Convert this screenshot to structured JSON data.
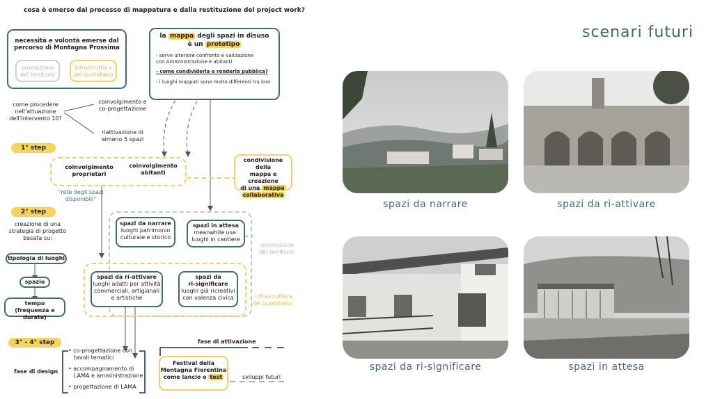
{
  "header_question": "cosa è emerso dal processo di mappatura  e dalla restituzione del project work?",
  "needs_box": {
    "title_line1": "necessità e volontà emerse dal",
    "title_line2": "percorso di Montagna Prossima",
    "tag_promotion_line1": "promozione",
    "tag_promotion_line2": "del territorio",
    "tag_infra_line1": "infrastruttura",
    "tag_infra_line2": "del quotidiano"
  },
  "map_box": {
    "line1_pre": "la ",
    "line1_hl": "mappa",
    "line1_post": " degli spazi in disuso",
    "line2_pre": "è un ",
    "line2_hl": "prototipo",
    "bullet1_line1": "- serve ulteriore confronto e validazione",
    "bullet1_line2": "con Amministrazione e abitanti",
    "bullet2": "- come condividerla e renderla pubblica?",
    "bullet3": "- i luoghi mappati sono molto differenti tra loro"
  },
  "how_proceed": {
    "line1": "come procedere",
    "line2": "nell’attuazione",
    "line3": "dell’Intervento 10?"
  },
  "branch_involvement": {
    "line1": "coinvolgimento e",
    "line2": "co-progettazione"
  },
  "branch_reactivation": {
    "line1": "riattivazione di",
    "line2": "almeno 5 spazi"
  },
  "step1": {
    "pill": "1° step",
    "owners_line1": "coinvolgimento",
    "owners_line2": "proprietari",
    "residents_line1": "coinvolgimento",
    "residents_line2": "abitanti",
    "network_line1": "“rete degli spazi",
    "network_line2": "disponibili”"
  },
  "share_box": {
    "line1": "condivisione della",
    "line2": "mappa e creazione",
    "line3": "di una ",
    "line3_hl": "mappa",
    "line4_hl": "collaborativa"
  },
  "step2": {
    "pill": "2° step",
    "desc_line1": "creazione di una",
    "desc_line2": "strategia di progetto",
    "desc_line3": "basata su:",
    "criterion1": "tipologia di luoghi",
    "criterion2": "spazio",
    "criterion3_line1": "tempo",
    "criterion3_line2": "(frequenza e durata)"
  },
  "categories": {
    "narrate": {
      "title": "spazi da narrare",
      "line1": "luoghi patrimonio",
      "line2": "culturale e storico"
    },
    "waiting": {
      "title": "spazi in attesa",
      "line1": "meanwhile use:",
      "line2": "luoghi in cantiere"
    },
    "reactivate": {
      "title": "spazi da ri-attivare",
      "line1": "luoghi adatti per attività",
      "line2": "commerciali, artigianali",
      "line3": "e artistiche"
    },
    "resignify": {
      "title_line1": "spazi da",
      "title_line2": "ri-significare",
      "line1": "luoghi già ricreativi",
      "line2": "con valenza civica"
    },
    "side_promotion_line1": "promozione",
    "side_promotion_line2": "del territorio",
    "side_infra_line1": "infrastruttura",
    "side_infra_line2": "del quotidiano"
  },
  "step34": {
    "pill": "3° - 4° step",
    "design_phase": "fase di design",
    "bullet1_line1": "co-progettazione con",
    "bullet1_line2": "tavoli tematici",
    "bullet2_line1": "accompagnamento di",
    "bullet2_line2": "LAMA e amministrazione",
    "bullet3": "progettazione di LAMA",
    "activation_phase": "fase di attivazione",
    "festival_line1": "Festival della",
    "festival_line2": "Montagna Fiorentina",
    "festival_line3_pre": "come lancio o ",
    "festival_line3_hl": "test",
    "future": "sviluppi futuri"
  },
  "right_panel": {
    "title": "scenari futuri",
    "photos": [
      {
        "caption": "spazi da narrare"
      },
      {
        "caption": "spazi da ri-attivare"
      },
      {
        "caption": "spazi da ri-significare"
      },
      {
        "caption": "spazi in attesa"
      }
    ]
  },
  "colors": {
    "accent": "#3f6a72",
    "highlight": "#f7d35b",
    "grey_tag": "#c8c8c8"
  }
}
